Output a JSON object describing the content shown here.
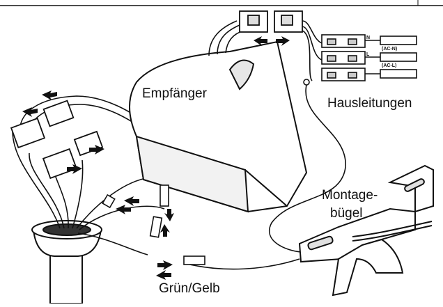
{
  "labels": {
    "receiver": "Empfänger",
    "house_wires": "Hausleitungen",
    "bracket_line1": "Montage-",
    "bracket_line2": "bügel",
    "ground": "Grün/Gelb"
  },
  "terminal_block": {
    "rows": [
      {
        "tag": "N",
        "code": "(AC-N)"
      },
      {
        "tag": "L",
        "code": "(AC-L)"
      },
      {
        "tag": "",
        "code": ""
      }
    ]
  },
  "colors": {
    "line": "#111111",
    "fill": "#ffffff",
    "shade": "#d6d6d6"
  }
}
